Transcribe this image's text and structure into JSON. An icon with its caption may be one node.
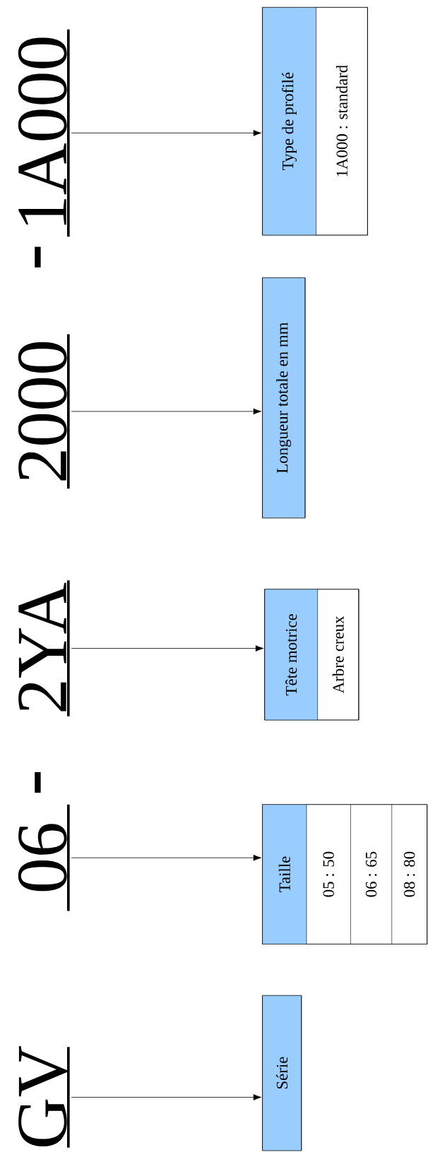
{
  "diagram": {
    "nodes": [
      {
        "text": [
          "GV"
        ]
      },
      {
        "text": [
          "06"
        ]
      },
      {
        "text": [
          "2YA"
        ]
      },
      {
        "text": [
          "2000"
        ]
      },
      {
        "text": [
          "1A000"
        ]
      },
      {
        "text": [
          "Série"
        ]
      },
      {
        "text": [
          "Taille",
          "05 : 50",
          "06 : 65",
          "08 : 80"
        ]
      },
      {
        "text": [
          "Tête motrice",
          "Arbre creux"
        ]
      },
      {
        "text": [
          "Longueur totale en mm"
        ]
      },
      {
        "text": [
          "Type de profilé",
          "1A000 : standard"
        ]
      }
    ],
    "edges": [
      {
        "from": 0,
        "to": 5,
        "arrow": "to"
      },
      {
        "from": 1,
        "to": 6,
        "arrow": "to"
      },
      {
        "from": 2,
        "to": 7,
        "arrow": "to"
      },
      {
        "from": 3,
        "to": 8,
        "arrow": "to"
      },
      {
        "from": 4,
        "to": 9,
        "arrow": "to"
      }
    ],
    "labels": [
      "-",
      "-"
    ]
  }
}
